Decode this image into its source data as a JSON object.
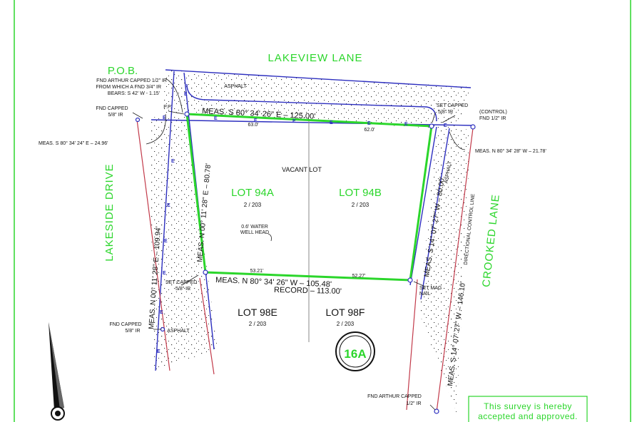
{
  "streets": {
    "north": "LAKEVIEW LANE",
    "west": "LAKESIDE DRIVE",
    "east": "CROOKED LANE"
  },
  "pob": "P.O.B.",
  "lots": {
    "lot_94a": "LOT 94A",
    "lot_94b": "LOT 94B",
    "lot_98e": "LOT 98E",
    "lot_98f": "LOT 98F",
    "plat_ref": "2 / 203"
  },
  "labels": {
    "vacant": "VACANT LOT",
    "well_line1": "0.6' WATER",
    "well_line2": "WELL HEAD",
    "asphalt": "ASPHALT",
    "pp": "P.P.",
    "dcl": "DIRECTIONAL CONTROL LINE",
    "block": "16A"
  },
  "monuments": {
    "nw_line1": "FND ARTHUR CAPPED 1/2\" IR",
    "nw_line2": "FROM WHICH A FND 3/4\" IR",
    "nw_line3": "BEARS: S 42' W - 1.15'",
    "fnd_capped_1": "FND CAPPED",
    "size_58": "5/8\" IR",
    "set_capped": "SET CAPPED",
    "control": "(CONTROL)",
    "fnd_12": "FND 1/2\" IR",
    "set_mag_1": "SET MAG",
    "set_mag_2": "NAIL",
    "fnd_arthur": "FND ARTHUR CAPPED",
    "size_12": "1/2\" IR"
  },
  "bearings": {
    "north": "MEAS.    S 80° 34' 26\" E   –   125.00'",
    "north_a": "63.0'",
    "north_b": "62.0'",
    "south": "MEAS.    N 80° 34' 26\" W   –   105.48'",
    "south_a": "53.21'",
    "south_b": "52.27'",
    "record": "RECORD – 113.00'",
    "west": "MEAS. N 00° 11' 28\" E – 80.78'",
    "east": "MEAS. S 14° 07' 27\" W – 80.00'",
    "west_tie": "MEAS. S 80° 34' 24\" E – 24.96'",
    "east_tie": "MEAS. N 80° 34' 28\" W – 21.78'",
    "road_west": "MEAS.    N 00° 11' 28\" E  –  109.94'",
    "road_east": "MEAS.    S 14° 07' 27\" W  –  146.10'"
  },
  "note": {
    "line1": "This survey is hereby",
    "line2": "accepted and approved."
  },
  "colors": {
    "lot_line": "#2bd62b",
    "row_line": "#2d2fbf",
    "offset_line": "#c23a4a",
    "text": "#111111"
  }
}
